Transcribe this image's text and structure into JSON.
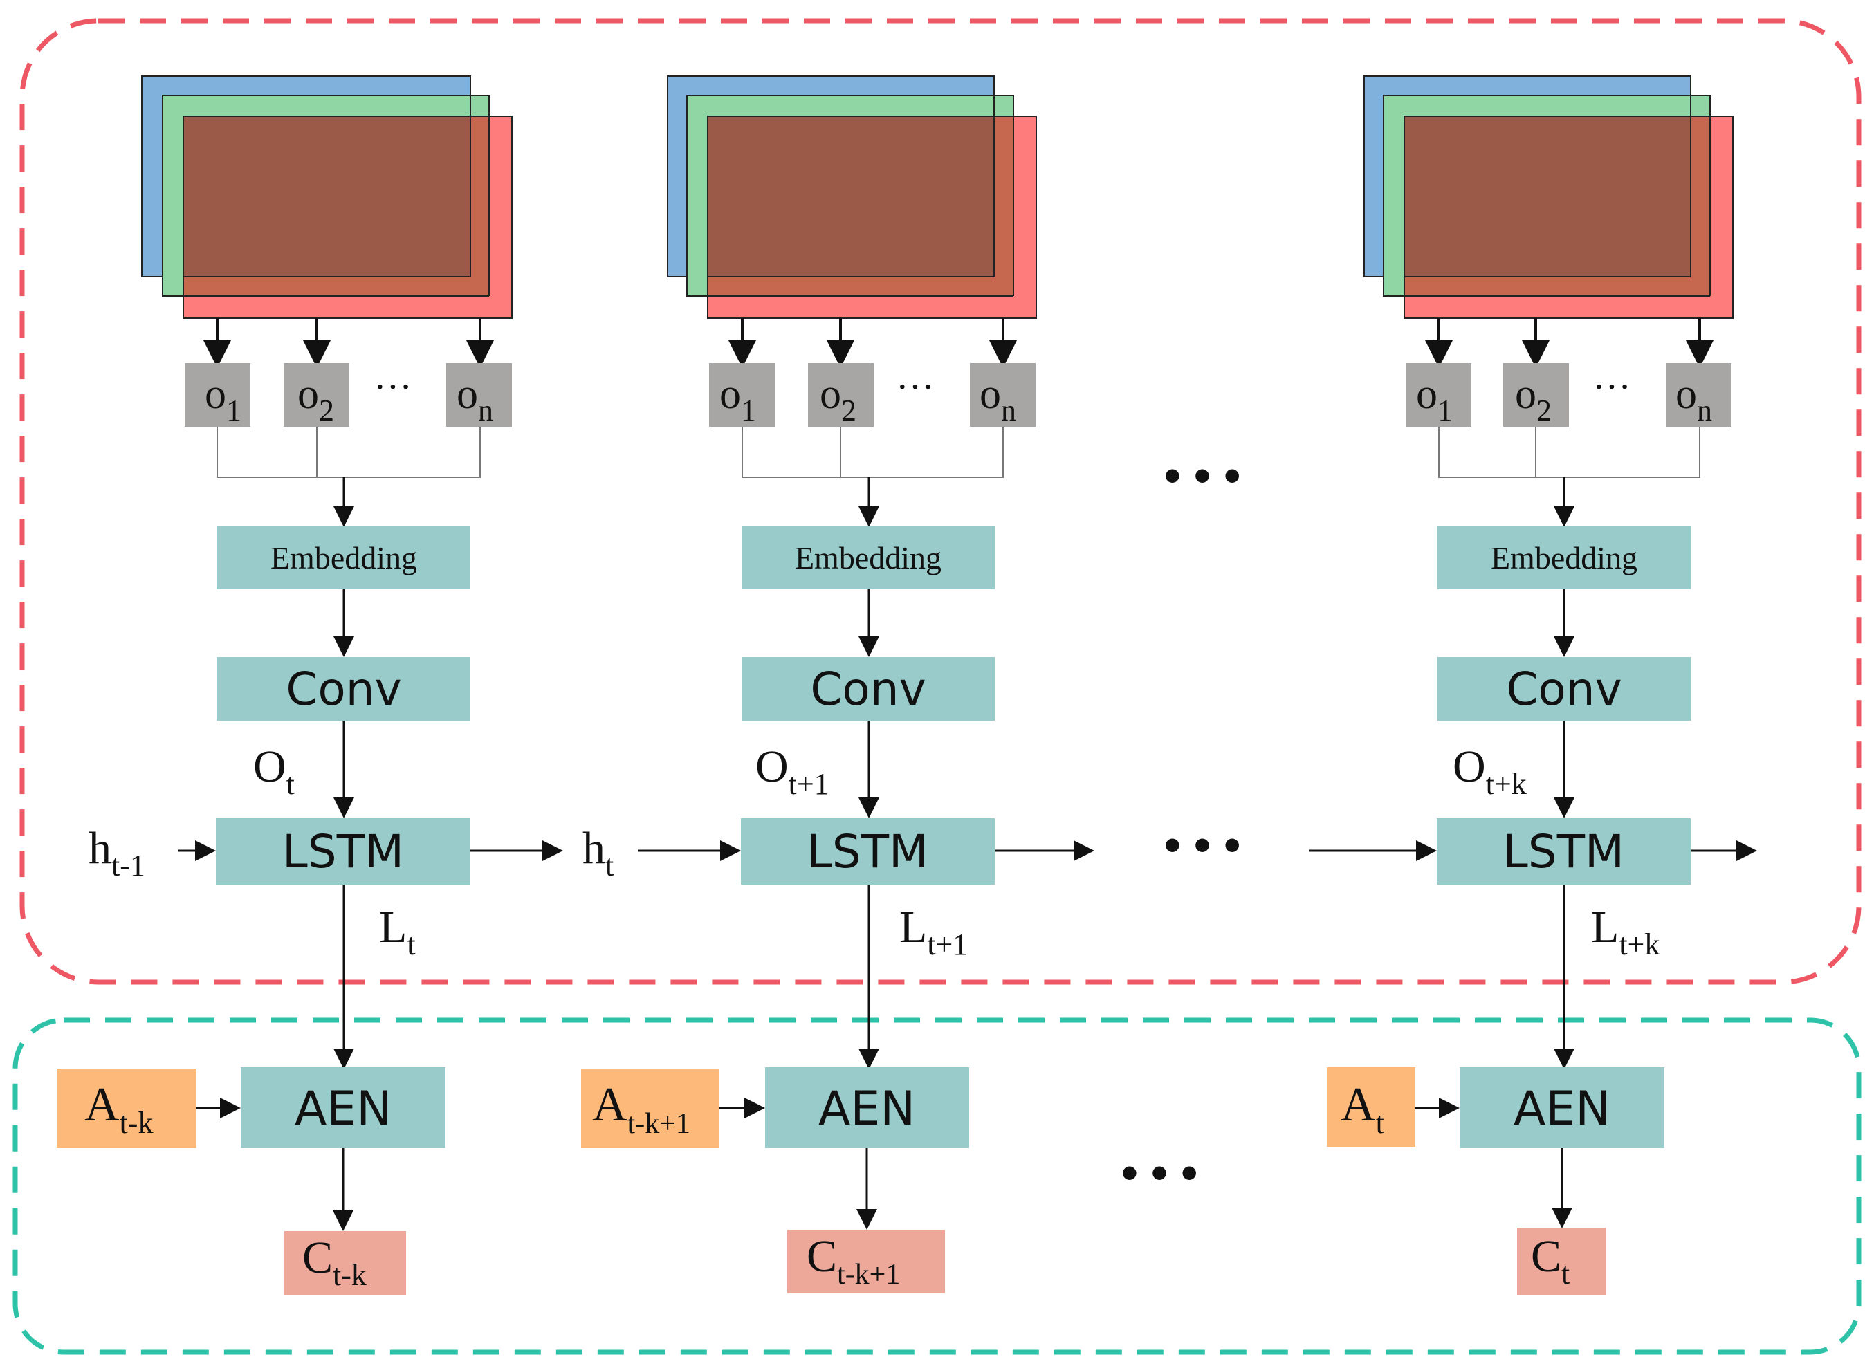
{
  "colors": {
    "frame_blue": "#7fb1dc",
    "frame_green": "#8fd6a4",
    "frame_red": "#fe7c7c",
    "frame_overlap": "#9b5948",
    "obs_box": "#a8a6a5",
    "module_box": "#98cbc9",
    "action_box": "#fdb97a",
    "output_box": "#eda89a",
    "outer_red_dash": "#ee5864",
    "outer_teal_dash": "#2ec3a8"
  },
  "icons": {
    "arrow": "arrow-icon",
    "ellipsis": "ellipsis-icon"
  },
  "columns": [
    {
      "obs": [
        {
          "main": "o",
          "sub": "1"
        },
        {
          "main": "o",
          "sub": "2"
        },
        {
          "main": "o",
          "sub": "n"
        }
      ],
      "obs_dots": "···",
      "embedding": "Embedding",
      "conv": "Conv",
      "lstm": "LSTM",
      "o_label": {
        "main": "O",
        "sub": "t"
      },
      "l_label": {
        "main": "L",
        "sub": "t"
      },
      "aen": "AEN",
      "action": {
        "main": "A",
        "sub": "t-k"
      },
      "output": {
        "main": "C",
        "sub": "t-k"
      }
    },
    {
      "obs": [
        {
          "main": "o",
          "sub": "1"
        },
        {
          "main": "o",
          "sub": "2"
        },
        {
          "main": "o",
          "sub": "n"
        }
      ],
      "obs_dots": "···",
      "embedding": "Embedding",
      "conv": "Conv",
      "lstm": "LSTM",
      "o_label": {
        "main": "O",
        "sub": "t+1"
      },
      "l_label": {
        "main": "L",
        "sub": "t+1"
      },
      "aen": "AEN",
      "action": {
        "main": "A",
        "sub": "t-k+1"
      },
      "output": {
        "main": "C",
        "sub": "t-k+1"
      }
    },
    {
      "obs": [
        {
          "main": "o",
          "sub": "1"
        },
        {
          "main": "o",
          "sub": "2"
        },
        {
          "main": "o",
          "sub": "n"
        }
      ],
      "obs_dots": "···",
      "embedding": "Embedding",
      "conv": "Conv",
      "lstm": "LSTM",
      "o_label": {
        "main": "O",
        "sub": "t+k"
      },
      "l_label": {
        "main": "L",
        "sub": "t+k"
      },
      "aen": "AEN",
      "action": {
        "main": "A",
        "sub": "t"
      },
      "output": {
        "main": "C",
        "sub": "t"
      }
    }
  ],
  "hidden_states": [
    {
      "main": "h",
      "sub": "t-1"
    },
    {
      "main": "h",
      "sub": "t"
    }
  ],
  "ellipsis": "• • •"
}
